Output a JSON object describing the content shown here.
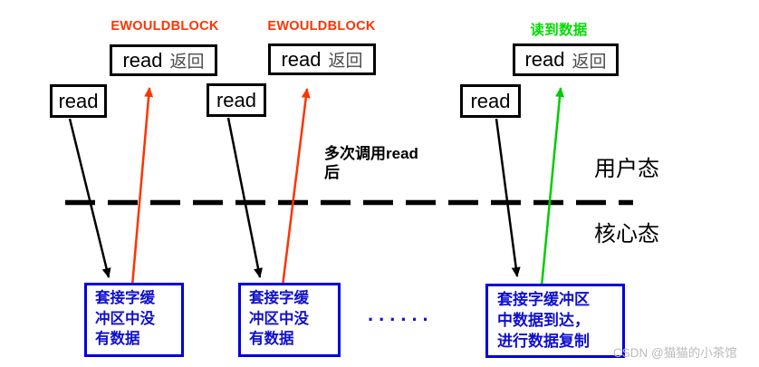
{
  "colors": {
    "error_red": "#ff3300",
    "success_green_label": "#00dd00",
    "success_green_arrow": "#00cc00",
    "buffer_blue_border": "#0000dd",
    "buffer_blue_text": "#0f0fd0",
    "arrow_black": "#000000"
  },
  "status_labels": {
    "ewouldblock_1": "EWOULDBLOCK",
    "ewouldblock_2": "EWOULDBLOCK",
    "data_read": "读到数据"
  },
  "read_return_boxes": [
    {
      "call": "read",
      "suffix": "返回"
    },
    {
      "call": "read",
      "suffix": "返回"
    },
    {
      "call": "read",
      "suffix": "返回"
    }
  ],
  "read_calls": [
    {
      "label": "read"
    },
    {
      "label": "read"
    },
    {
      "label": "read"
    }
  ],
  "annotations": {
    "multi_call_line1": "多次调用read",
    "multi_call_line2": "后",
    "user_mode": "用户态",
    "kernel_mode": "核心态",
    "ellipsis": "......"
  },
  "buffer_boxes": [
    {
      "lines": [
        "套接字缓",
        "冲区中没",
        "有数据"
      ]
    },
    {
      "lines": [
        "套接字缓",
        "冲区中没",
        "有数据"
      ]
    },
    {
      "lines": [
        "套接字缓冲区",
        "中数据到达，",
        "进行数据复制"
      ]
    }
  ],
  "watermark": "CSDN @猫猫的小茶馆"
}
